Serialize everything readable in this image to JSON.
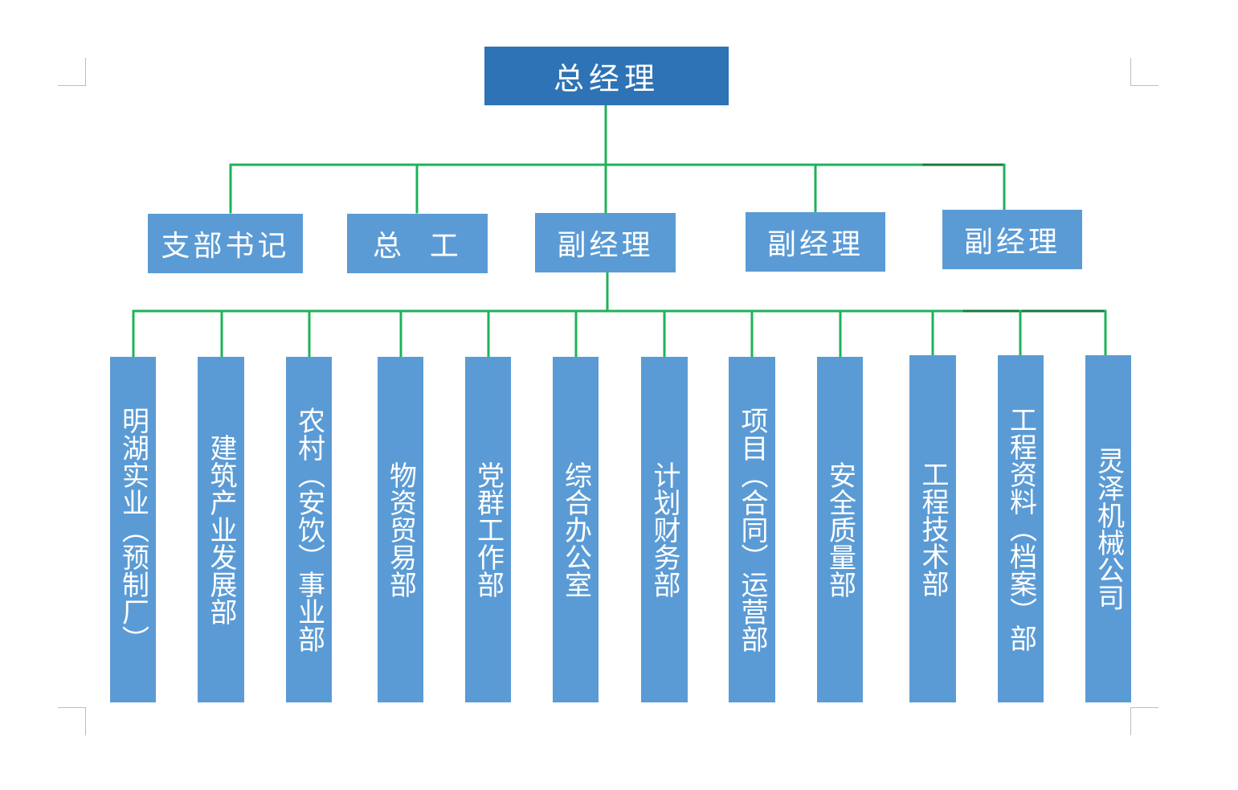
{
  "colors": {
    "top_box": "#2e73b5",
    "box": "#5b9bd5",
    "connector": "#1fb25a",
    "connector_dark": "#157a3d",
    "box_text": "#ffffff"
  },
  "root": {
    "label": "总经理"
  },
  "second_level": [
    {
      "label": "支部书记"
    },
    {
      "label": "总  工"
    },
    {
      "label": "副经理"
    },
    {
      "label": "副经理"
    },
    {
      "label": "副经理"
    }
  ],
  "departments": [
    {
      "label": "明湖实业（预制厂）"
    },
    {
      "label": "建筑产业发展部"
    },
    {
      "label": "农村（安饮）事业部"
    },
    {
      "label": "物资贸易部"
    },
    {
      "label": "党群工作部"
    },
    {
      "label": "综合办公室"
    },
    {
      "label": "计划财务部"
    },
    {
      "label": "项目（合同）运营部"
    },
    {
      "label": "安全质量部"
    },
    {
      "label": "工程技术部"
    },
    {
      "label": "工程资料（档案）部"
    },
    {
      "label": "灵泽机械公司"
    }
  ]
}
